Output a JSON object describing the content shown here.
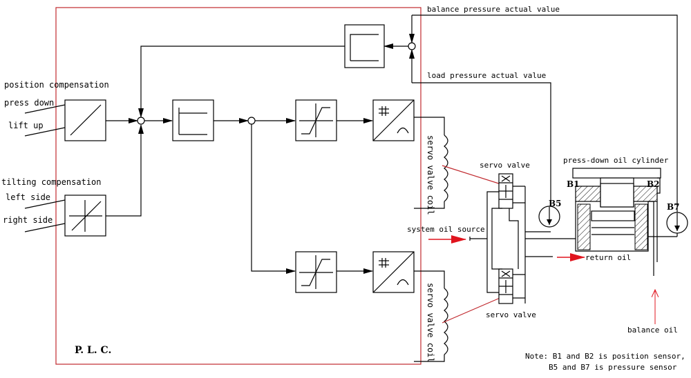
{
  "labels": {
    "balance_pressure": "balance pressure actual value",
    "load_pressure": "load pressure actual value",
    "position_compensation": "position compensation",
    "press_down": "press down",
    "lift_up": "lift up",
    "tilting_compensation": "tilting compensation",
    "left_side": "left side",
    "right_side": "right side",
    "servo_valve_coil_top": "servo valve coil",
    "servo_valve_coil_bottom": "servo valve coil",
    "servo_valve_top": "servo valve",
    "servo_valve_bottom": "servo valve",
    "system_oil_source": "system oil source",
    "return_oil": "return oil",
    "press_down_cylinder": "press-down oil cylinder",
    "b1": "B1",
    "b2": "B2",
    "b5": "B5",
    "b7": "B7",
    "balance_oil": "balance oil",
    "plc": "P. L. C.",
    "note_line1": "Note: B1 and B2 is position sensor,",
    "note_line2": "B5 and B7 is pressure sensor"
  },
  "colors": {
    "plc_border": "#c0282d",
    "flow_arrow": "#e0141e",
    "lines": "#000000"
  }
}
